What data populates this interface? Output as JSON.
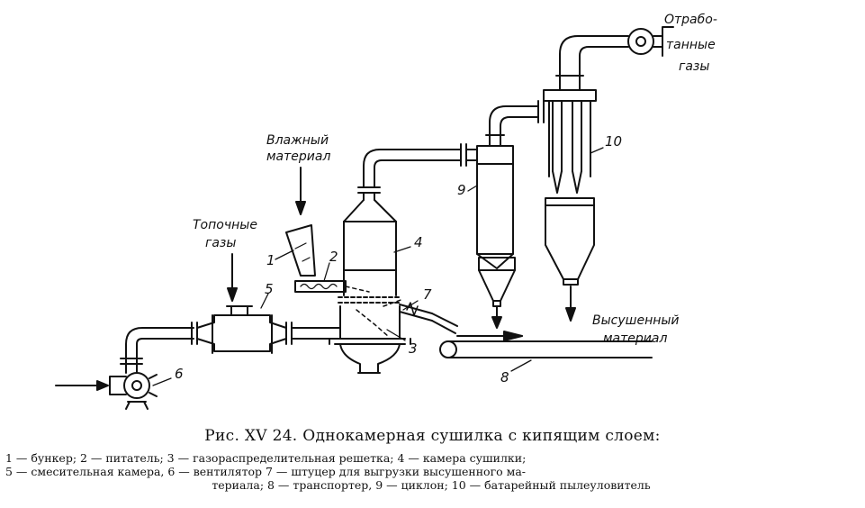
{
  "labels": {
    "wet_material": [
      "Влажный",
      "материал"
    ],
    "flue_gases": [
      "Топочные",
      "газы"
    ],
    "exhaust_gases": [
      "Отрабо-",
      "танные",
      "газы"
    ],
    "dried_material": [
      "Высушенный",
      "материал"
    ]
  },
  "numbers": {
    "n1": "1",
    "n2": "2",
    "n3": "3",
    "n4": "4",
    "n5": "5",
    "n6": "6",
    "n7": "7",
    "n8": "8",
    "n9": "9",
    "n10": "10"
  },
  "caption": {
    "title": "Рис. XV 24. Однокамерная сушилка с кипящим слоем:",
    "legend_line1": "1 — бункер;   2 — питатель;   3 — газораспределительная   решетка;   4 — камера   сушилки;",
    "legend_line2": "5 — смесительная камера,  6 — вентилятор  7 — штуцер  для  выгрузки  высушенного  ма-",
    "legend_line3": "териала;  8 — транспортер,  9 — циклон;  10 — батарейный  пылеуловитель"
  }
}
